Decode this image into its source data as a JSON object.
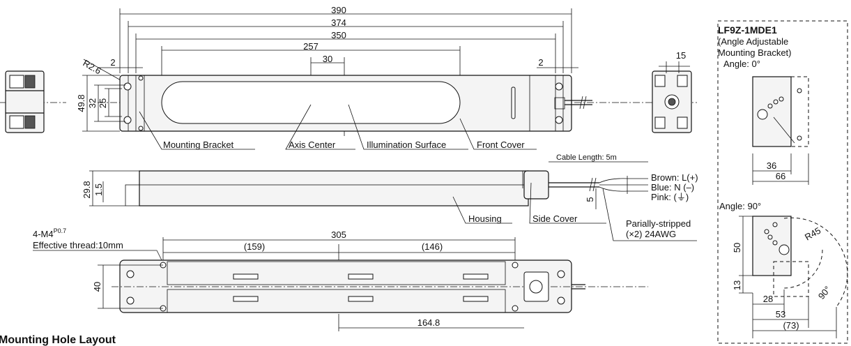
{
  "dims_top": {
    "d390": "390",
    "d374": "374",
    "d350": "350",
    "d257": "257",
    "d30": "30",
    "d2_left": "2",
    "d2_right": "2",
    "d15": "15"
  },
  "dims_left": {
    "r26": "R2.6",
    "d498": "49.8",
    "d32": "32",
    "d25": "25"
  },
  "labels": {
    "mounting_bracket": "Mounting Bracket",
    "axis_center": "Axis Center",
    "illumination_surface": "Illumination Surface",
    "front_cover": "Front Cover",
    "housing": "Housing",
    "side_cover": "Side Cover",
    "cable_length": "Cable Length: 5m",
    "brown": "Brown: L(+)",
    "blue": "Blue: N (–)",
    "pink": "Pink: (⏚)",
    "stripped_1": "Parially-stripped",
    "stripped_2": "(×2) 24AWG"
  },
  "dims_side": {
    "d298": "29.8",
    "d15": "1.5",
    "d5": "5"
  },
  "dims_bottom": {
    "thread_1": "4-M4",
    "thread_sup": "P0.7",
    "thread_2": "Effective thread:10mm",
    "d305": "305",
    "d159": "(159)",
    "d146": "(146)",
    "d40": "40",
    "d1648": "164.8",
    "section_title": "Mounting Hole Layout"
  },
  "bracket_panel": {
    "title": "LF9Z-1MDE1",
    "sub1": "(Angle Adjustable",
    "sub2": "Mounting Bracket)",
    "angle0": "Angle: 0°",
    "d36": "36",
    "d66": "66",
    "angle90": "Angle: 90°",
    "r45": "R45",
    "d50": "50",
    "d13": "13",
    "d28": "28",
    "d53": "53",
    "d73": "(73)",
    "d90": "90°"
  }
}
